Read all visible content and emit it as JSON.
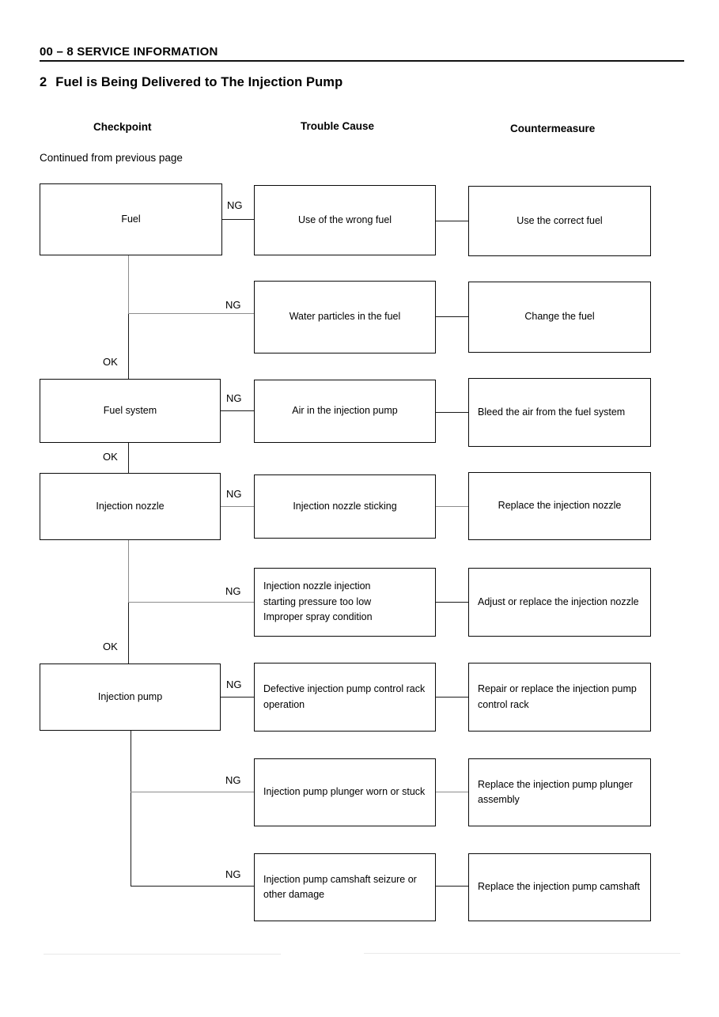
{
  "header": {
    "page_ref": "00 – 8 SERVICE INFORMATION",
    "section_number": "2",
    "section_title": "Fuel is Being Delivered to The Injection Pump"
  },
  "columns": {
    "checkpoint": "Checkpoint",
    "trouble_cause": "Trouble Cause",
    "countermeasure": "Countermeasure"
  },
  "notes": {
    "continued": "Continued from previous page"
  },
  "labels": {
    "ng": "NG",
    "ok": "OK"
  },
  "flow": {
    "checkpoints": [
      {
        "id": "fuel",
        "label": "Fuel"
      },
      {
        "id": "fuel-system",
        "label": "Fuel system"
      },
      {
        "id": "injection-nozzle",
        "label": "Injection nozzle"
      },
      {
        "id": "injection-pump",
        "label": "Injection pump"
      }
    ],
    "rows": [
      {
        "edge": "NG",
        "cause": "Use of the wrong fuel",
        "action": "Use the correct fuel"
      },
      {
        "edge": "NG",
        "cause": "Water particles in the fuel",
        "action": "Change the fuel"
      },
      {
        "edge": "NG",
        "cause": "Air in the injection pump",
        "action": "Bleed the air from the fuel system"
      },
      {
        "edge": "NG",
        "cause": "Injection nozzle sticking",
        "action": "Replace the injection nozzle"
      },
      {
        "edge": "NG",
        "cause_line1": "Injection nozzle injection",
        "cause_line2": "starting pressure too low",
        "cause_line3": "Improper spray condition",
        "action": "Adjust or replace the injection nozzle"
      },
      {
        "edge": "NG",
        "cause": "Defective injection pump control rack operation",
        "action": "Repair or replace the injection pump control rack"
      },
      {
        "edge": "NG",
        "cause": "Injection pump plunger worn or stuck",
        "action": "Replace the injection pump plunger assembly"
      },
      {
        "edge": "NG",
        "cause": "Injection pump camshaft seizure or other damage",
        "action": "Replace the injection pump camshaft"
      }
    ],
    "ok_transitions": [
      {
        "from": "fuel",
        "to": "fuel-system",
        "label": "OK"
      },
      {
        "from": "fuel-system",
        "to": "injection-nozzle",
        "label": "OK"
      },
      {
        "from": "injection-nozzle",
        "to": "injection-pump",
        "label": "OK"
      }
    ]
  }
}
